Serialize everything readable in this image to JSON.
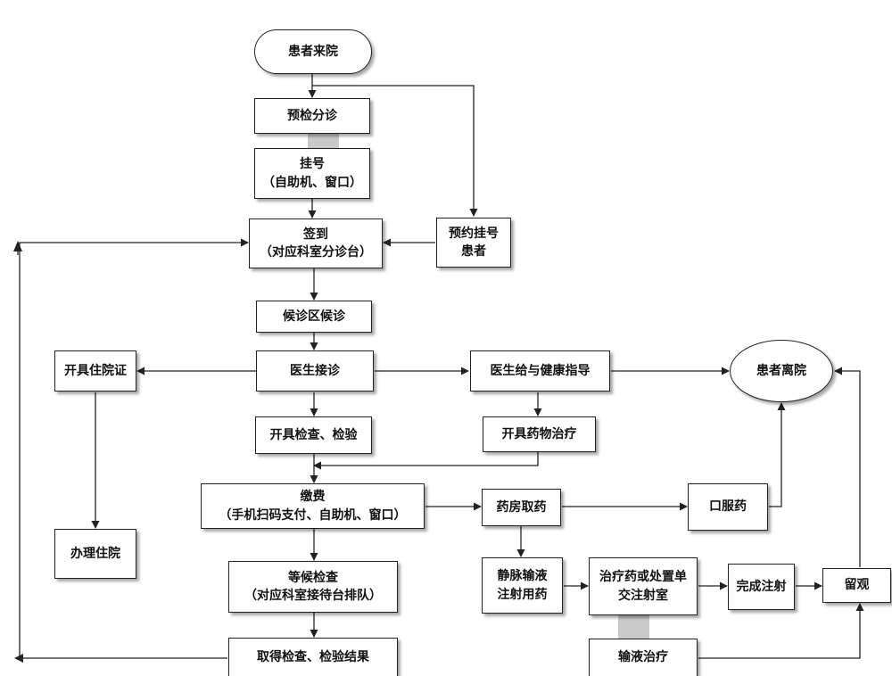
{
  "nodes": {
    "patient_arrive": "患者来院",
    "triage": "预检分诊",
    "register": {
      "line1": "挂号",
      "line2": "（自助机、窗口）"
    },
    "checkin": {
      "line1": "签到",
      "line2": "（对应科室分诊台）"
    },
    "appointment": {
      "line1": "预约挂号",
      "line2": "患者"
    },
    "waiting": "候诊区候诊",
    "doctor": "医生接诊",
    "hospital_cert": "开具住院证",
    "admission": "办理住院",
    "health_guide": "医生给与健康指导",
    "patient_leave": "患者离院",
    "exam_order": "开具检查、检验",
    "prescribe": "开具药物治疗",
    "payment": {
      "line1": "缴费",
      "line2": "（手机扫码支付、自助机、窗口）"
    },
    "pharmacy": "药房取药",
    "oral_med": "口服药",
    "wait_exam": {
      "line1": "等候检查",
      "line2": "（对应科室接待台排队）"
    },
    "iv_med": {
      "line1": "静脉输液",
      "line2": "注射用药"
    },
    "treatment_room": {
      "line1": "治疗药或处置单",
      "line2": "交注射室"
    },
    "injection_done": "完成注射",
    "observe": "留观",
    "results": "取得检查、检验结果",
    "infusion": "输液治疗"
  }
}
